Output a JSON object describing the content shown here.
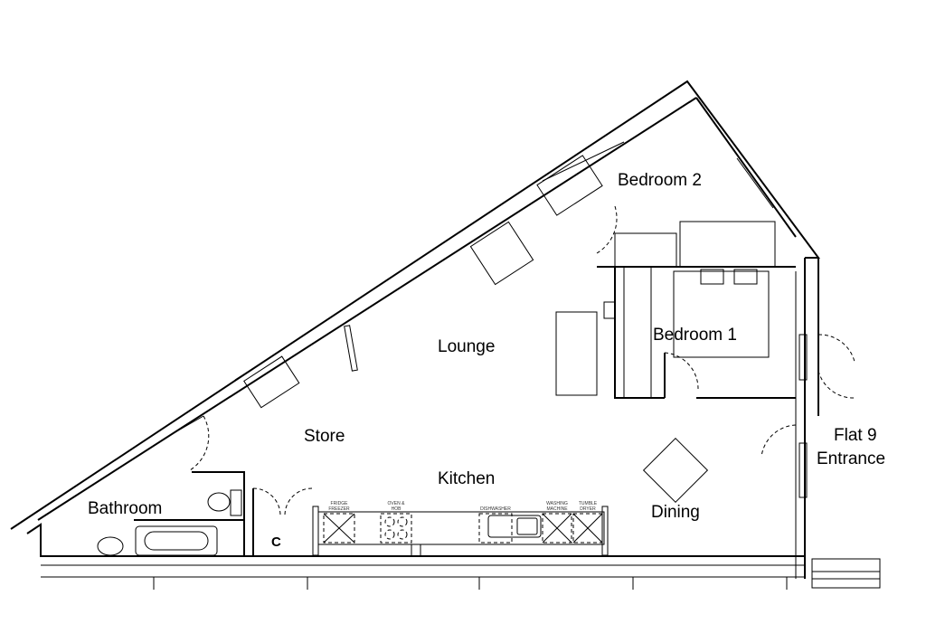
{
  "rooms": {
    "bedroom2": "Bedroom 2",
    "bedroom1": "Bedroom 1",
    "lounge": "Lounge",
    "store": "Store",
    "kitchen": "Kitchen",
    "dining": "Dining",
    "bathroom": "Bathroom",
    "cupboard": "C",
    "entrance_line1": "Flat 9",
    "entrance_line2": "Entrance"
  },
  "appliances": {
    "fridge1": "FRIDGE",
    "fridge2": "FREEZER",
    "oven1": "OVEN &",
    "oven2": "HOB",
    "dishwasher": "DISHWASHER",
    "washing1": "WASHING",
    "washing2": "MACHINE",
    "tumble1": "TUMBLE",
    "tumble2": "DRYER"
  }
}
